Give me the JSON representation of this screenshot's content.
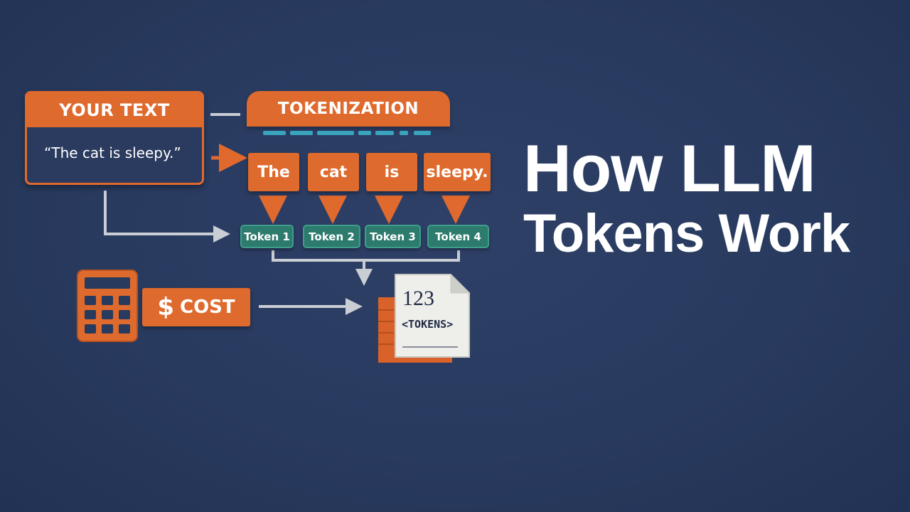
{
  "input_panel": {
    "header": "YOUR TEXT",
    "text": "“The cat is sleepy.”"
  },
  "tokenization": {
    "header": "TOKENIZATION",
    "words": [
      "The",
      "cat",
      "is",
      "sleepy."
    ],
    "tokens": [
      "Token 1",
      "Token 2",
      "Token 3",
      "Token 4"
    ]
  },
  "cost": {
    "symbol": "$",
    "label": "COST"
  },
  "document": {
    "number": "123",
    "tag": "<TOKENS>"
  },
  "title": {
    "line1": "How LLM",
    "line2": "Tokens Work"
  },
  "colors": {
    "background": "#283a5e",
    "accent_orange": "#df6a2d",
    "token_teal": "#2c7b6d",
    "connector_gray": "#c9cdd4",
    "dash_cyan": "#3aa3bd"
  },
  "icons": [
    "calculator-icon",
    "document-icon",
    "arrow-icon"
  ]
}
